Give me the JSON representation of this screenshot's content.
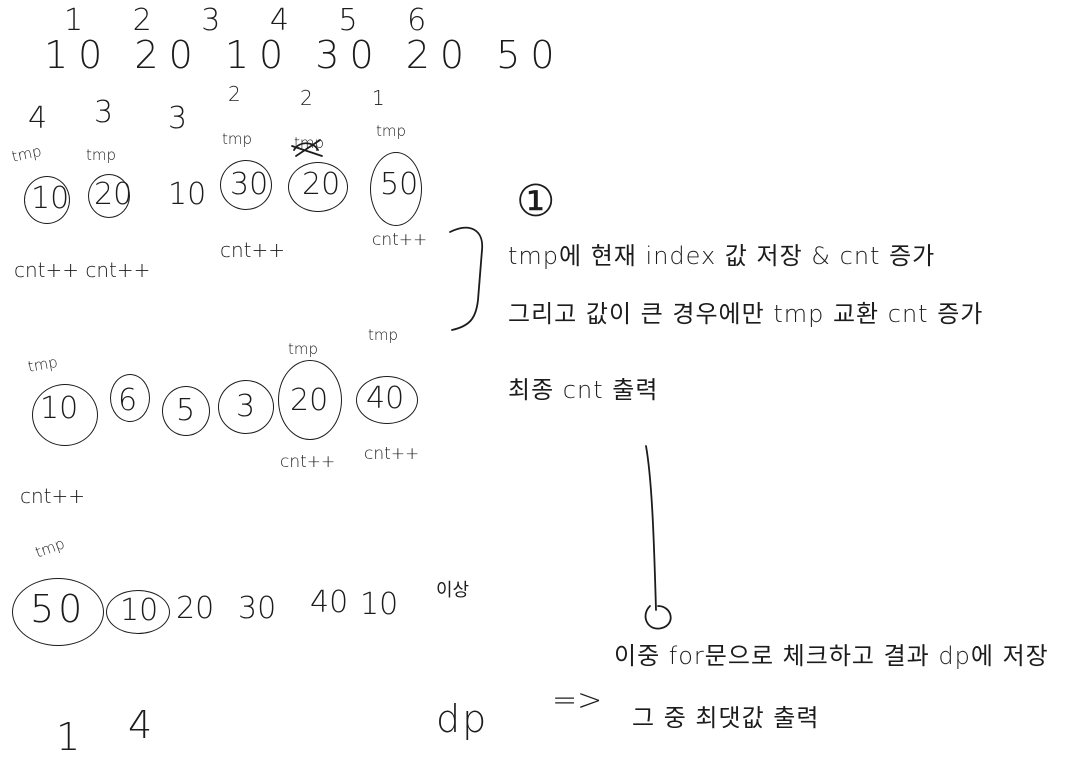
{
  "top": {
    "indices": "1  2  3  4   5  6",
    "values": "10 20 10  30 20 50",
    "lengths": [
      "4",
      "3",
      "3",
      "2",
      "2",
      "1"
    ]
  },
  "example1": {
    "tmp_labels": [
      "tmp",
      "tmp",
      "tmp",
      "tmp",
      "tmp"
    ],
    "cells": [
      "10",
      "20",
      "10",
      "30",
      "20",
      "50"
    ],
    "counters": [
      "cnt++ cnt++",
      "cnt++",
      "cnt++"
    ]
  },
  "example2": {
    "tmp_labels": [
      "tmp",
      "tmp",
      "tmp"
    ],
    "cells": [
      "10",
      "6",
      "5",
      "3",
      "20",
      "40"
    ],
    "counters": [
      "cnt++",
      "cnt++",
      "cnt++"
    ]
  },
  "example3": {
    "tmp_label": "tmp",
    "cells": [
      "50",
      "10",
      "20",
      "30",
      "40",
      "10"
    ],
    "trailing": "이상"
  },
  "bottom_numbers": [
    "1",
    "4"
  ],
  "explanation": {
    "step_mark": "①",
    "lines": [
      "tmp에 현재 index 값 저장 &  cnt 증가",
      "그리고 값이 큰 경우에만 tmp 교환 cnt 증가",
      "최종 cnt 출력"
    ]
  },
  "dp": {
    "label": "dp",
    "arrow": "=>",
    "lines": [
      "이중 for문으로 체크하고   결과 dp에 저장",
      "그 중 최댓값 출력"
    ]
  }
}
